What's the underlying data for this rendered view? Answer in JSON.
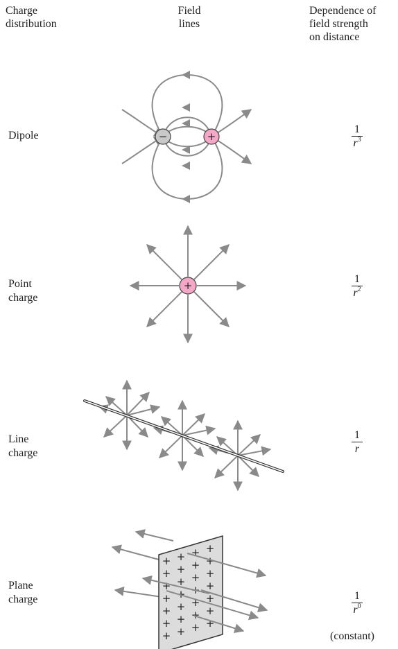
{
  "headers": {
    "col1": [
      "Charge",
      "distribution"
    ],
    "col2": [
      "Field",
      "lines"
    ],
    "col3": [
      "Dependence of",
      "field strength",
      "on distance"
    ]
  },
  "rows": [
    {
      "label": [
        "Dipole"
      ],
      "numerator": "1",
      "variable": "r",
      "exponent": "3"
    },
    {
      "label": [
        "Point",
        "charge"
      ],
      "numerator": "1",
      "variable": "r",
      "exponent": "2"
    },
    {
      "label": [
        "Line",
        "charge"
      ],
      "numerator": "1",
      "variable": "r",
      "exponent": ""
    },
    {
      "label": [
        "Plane",
        "charge"
      ],
      "numerator": "1",
      "variable": "r",
      "exponent": "0"
    }
  ],
  "note": "(constant)",
  "symbols": {
    "negative": "−",
    "positive": "+"
  },
  "colors": {
    "field_line": "#8a8a8a",
    "positive": "#f4a7c6",
    "negative": "#c8c8c8",
    "plane": "#dcdcdc"
  }
}
